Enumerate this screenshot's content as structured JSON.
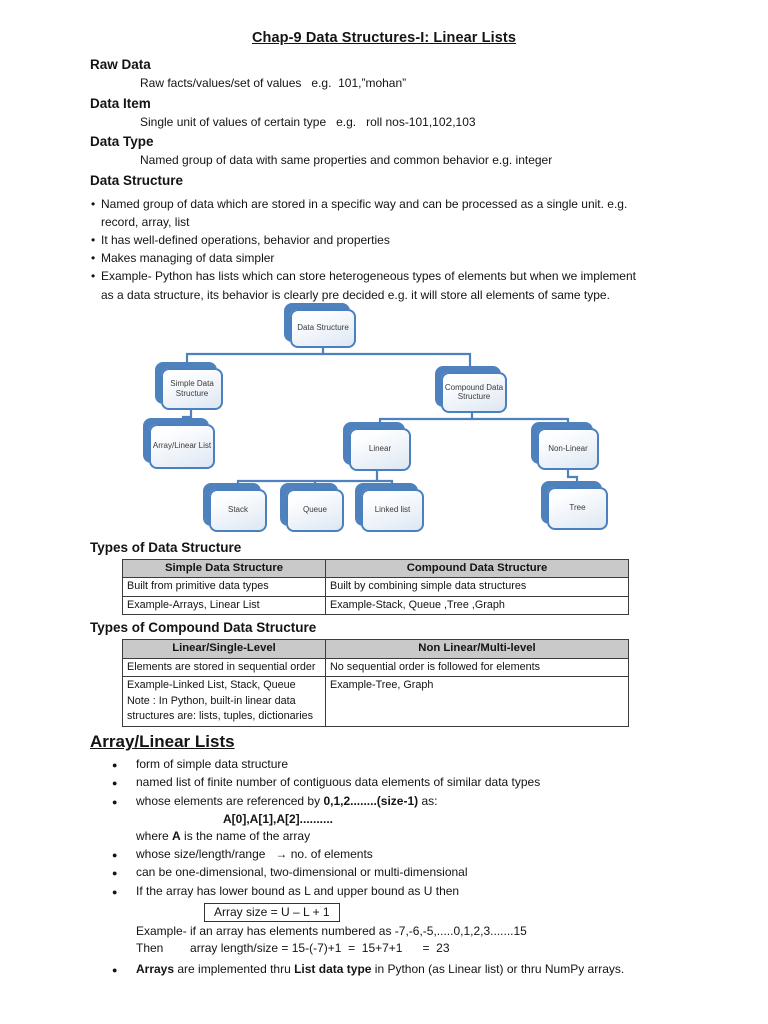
{
  "colors": {
    "accent_blue": "#4a80c0",
    "shadow_blue": "#4f81bd",
    "connector_blue": "#4f81bd",
    "table_header_gray": "#c9c9c9"
  },
  "doc": {
    "title": "Chap-9 Data Structures-I: Linear Lists"
  },
  "sections": {
    "raw_data": {
      "heading": "Raw Data",
      "body": "Raw facts/values/set of values   e.g.  101,”mohan”"
    },
    "data_item": {
      "heading": "Data Item",
      "body": "Single unit of values of certain type   e.g.   roll nos-101,102,103"
    },
    "data_type": {
      "heading": "Data Type",
      "body": "Named group of data with same properties and common behavior e.g. integer"
    },
    "data_structure": {
      "heading": "Data Structure",
      "bullets": [
        "Named group of data which are stored in a specific way and can be processed as a single unit. e.g.\nrecord, array, list",
        "It has well-defined operations, behavior and properties",
        "Makes managing of data simpler",
        "Example- Python has lists which can store heterogeneous types of elements but when we implement\nas a data structure, its behavior is clearly pre decided e.g. it will store all elements of same type."
      ]
    }
  },
  "diagram": {
    "nodes": {
      "root": "Data Structure",
      "simple": "Simple Data Structure",
      "compound": "Compound Data Structure",
      "array": "Array/Linear List",
      "linear": "Linear",
      "nonlinear": "Non-Linear",
      "stack": "Stack",
      "queue": "Queue",
      "linked": "Linked list",
      "tree": "Tree"
    }
  },
  "tables": {
    "types_heading": "Types of Data Structure",
    "t1": {
      "headers": [
        "Simple Data Structure",
        "Compound Data Structure"
      ],
      "rows": [
        [
          "Built from primitive data types",
          "Built by combining simple data structures"
        ],
        [
          "Example-Arrays, Linear List",
          "Example-Stack, Queue ,Tree ,Graph"
        ]
      ]
    },
    "compound_heading": "Types of Compound Data Structure",
    "t2": {
      "headers": [
        "Linear/Single-Level",
        "Non Linear/Multi-level"
      ],
      "rows": [
        [
          "Elements are stored in sequential order",
          "No sequential order is followed for elements"
        ],
        [
          "Example-Linked List, Stack, Queue\nNote : In Python, built-in linear data\nstructures are: lists, tuples, dictionaries",
          "Example-Tree, Graph"
        ]
      ]
    }
  },
  "array_section": {
    "heading": "Array/Linear Lists",
    "bullet_form": "form of simple data structure",
    "bullet_named": "named list of finite number of contiguous data elements of similar data types",
    "referenced": {
      "pre": "whose elements are referenced by ",
      "bold": "0,1,2........(size-1)",
      "post": " as:"
    },
    "indexing": "A[0],A[1],A[2]..........",
    "where": {
      "pre": "where ",
      "bold": "A",
      "post": " is the name of the array"
    },
    "bullet_size": "whose size/length/range   → no. of elements",
    "bullet_dims": "can be one-dimensional, two-dimensional or multi-dimensional",
    "bullet_bounds": "If the array has lower bound as L and upper bound as U then",
    "formula": "Array size = U – L + 1",
    "example_line": "Example- if an array has elements numbered as -7,-6,-5,.....0,1,2,3.......15",
    "then_line": "Then        array length/size = 15-(-7)+1  =  15+7+1      =  23",
    "impl": {
      "bold1": "Arrays",
      "mid": " are implemented thru ",
      "bold2": "List data type",
      "post": " in Python (as Linear list) or thru NumPy arrays."
    }
  }
}
